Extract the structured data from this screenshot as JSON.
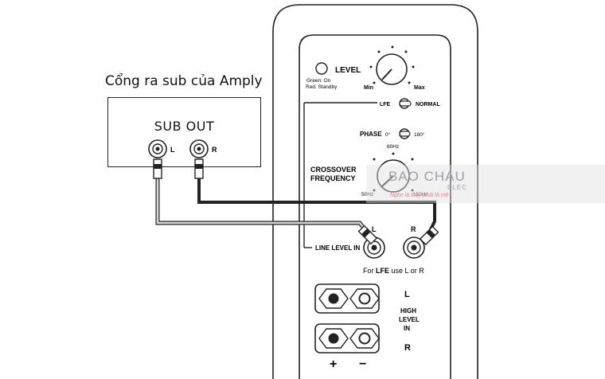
{
  "caption": "Cổng ra sub của Amply",
  "sub_out": {
    "title": "SUB OUT",
    "left_label": "L",
    "right_label": "R"
  },
  "panel": {
    "level_label": "LEVEL",
    "led_status": [
      "Green: On",
      "Red: Standby"
    ],
    "min_label": "Min",
    "max_label": "Max",
    "lfe_label": "LFE",
    "normal_label": "NORMAL",
    "phase_label": "PHASE",
    "phase_0": "0°",
    "phase_180": "180°",
    "crossover_label": [
      "CROSSOVER",
      "FREQUENCY"
    ],
    "freq_top": "80Hz",
    "freq_min": "50Hz",
    "freq_max": "150Hz",
    "line_level_in": "LINE LEVEL IN",
    "input_left": "L",
    "input_right": "R",
    "lfe_note_prefix": "For ",
    "lfe_note_bold": "LFE",
    "lfe_note_suffix": " use L or R",
    "high_level_l": "L",
    "high_level_label": [
      "HIGH",
      "LEVEL",
      "IN"
    ],
    "high_level_r": "R",
    "plus": "+",
    "minus": "−"
  },
  "watermark": {
    "title": "BAO CHAU",
    "sub": "ELEC",
    "slogan": "Nghe là thấy phải là mê"
  }
}
